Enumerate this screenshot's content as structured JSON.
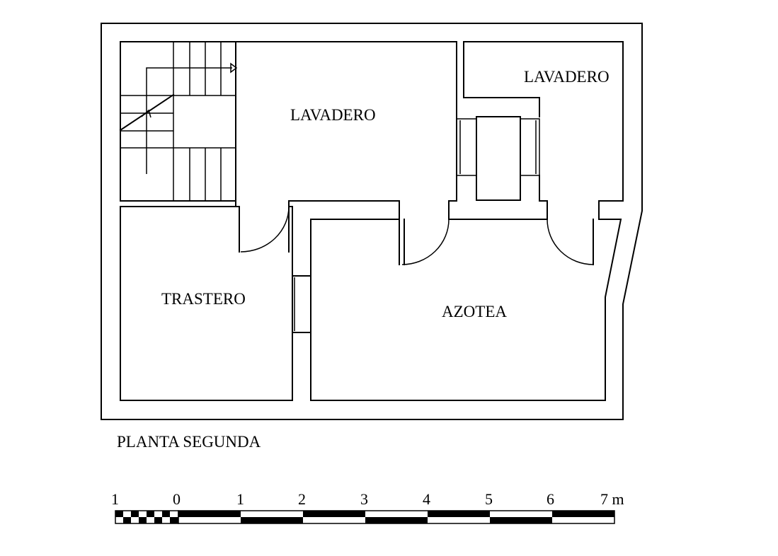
{
  "rooms": {
    "lavadero_main": "LAVADERO",
    "lavadero_right": "LAVADERO",
    "trastero": "TRASTERO",
    "azotea": "AZOTEA"
  },
  "plan_title": "PLANTA SEGUNDA",
  "scale_bar": {
    "labels": [
      "1",
      "0",
      "1",
      "2",
      "3",
      "4",
      "5",
      "6",
      "7 m"
    ]
  },
  "colors": {
    "line": "#000000",
    "background": "#ffffff"
  }
}
